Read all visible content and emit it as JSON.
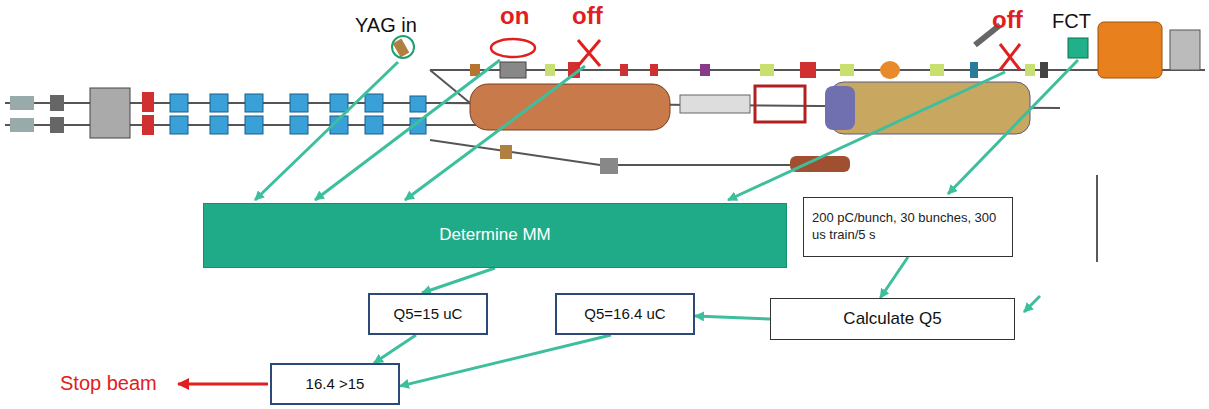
{
  "diagram": {
    "nodes": [
      {
        "text": [
          "Determine MM"
        ]
      },
      {
        "text": [
          "200 pC/bunch, 30 bunches, 300 us train/5 s"
        ]
      },
      {
        "text": [
          "Q5=15 uC"
        ]
      },
      {
        "text": [
          "Q5=16.4 uC"
        ]
      },
      {
        "text": [
          "Calculate Q5"
        ]
      },
      {
        "text": [
          "16.4 >15"
        ]
      }
    ],
    "edges": [
      {
        "from": 0,
        "to": 2,
        "arrow": "to"
      },
      {
        "from": 1,
        "to": 4,
        "arrow": "to"
      },
      {
        "from": 4,
        "to": 3,
        "arrow": "to"
      },
      {
        "from": 2,
        "to": 5,
        "arrow": "to"
      },
      {
        "from": 3,
        "to": 5,
        "arrow": "to"
      }
    ],
    "labels": [
      "YAG in",
      "on",
      "off",
      "off",
      "FCT",
      "Stop beam"
    ]
  }
}
